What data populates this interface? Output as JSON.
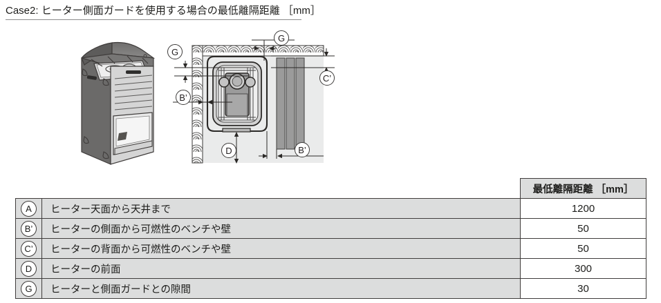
{
  "title": {
    "text": "Case2: ヒーター側面ガードを使用する場合の最低離隔距離 ［mm］"
  },
  "figure": {
    "heater_3d": {
      "name": "sauna-heater-perspective-illustration"
    },
    "plan_view": {
      "name": "heater-clearance-plan-view",
      "labels": [
        {
          "id": "G-left",
          "text": "G"
        },
        {
          "id": "G-top",
          "text": "G"
        },
        {
          "id": "B-left",
          "text": "B’"
        },
        {
          "id": "C-right",
          "text": "C’"
        },
        {
          "id": "D-bottom",
          "text": "D"
        },
        {
          "id": "B-bottom",
          "text": "B’"
        }
      ]
    }
  },
  "table": {
    "header": {
      "key": "",
      "description": "",
      "value": "最低離隔距離 ［mm］"
    },
    "rows": [
      {
        "key": "A",
        "description": "ヒーター天面から天井まで",
        "value": "1200"
      },
      {
        "key": "B’",
        "description": "ヒーターの側面から可燃性のベンチや壁",
        "value": "50"
      },
      {
        "key": "C’",
        "description": "ヒーターの背面から可燃性のベンチや壁",
        "value": "50"
      },
      {
        "key": "D",
        "description": "ヒーターの前面",
        "value": "300"
      },
      {
        "key": "G",
        "description": "ヒーターと側面ガードとの隙間",
        "value": "30"
      }
    ]
  },
  "colors": {
    "line": "#3f3c3b",
    "cell_gray": "#dcdddd",
    "cell_white": "#ffffff",
    "text": "#1d1d1b",
    "wall_fill": "#e8e9e9",
    "bench_fill": "#9b9b9b",
    "heater_body": "#9a9a9a",
    "heater_dark": "#6d6d6d"
  }
}
